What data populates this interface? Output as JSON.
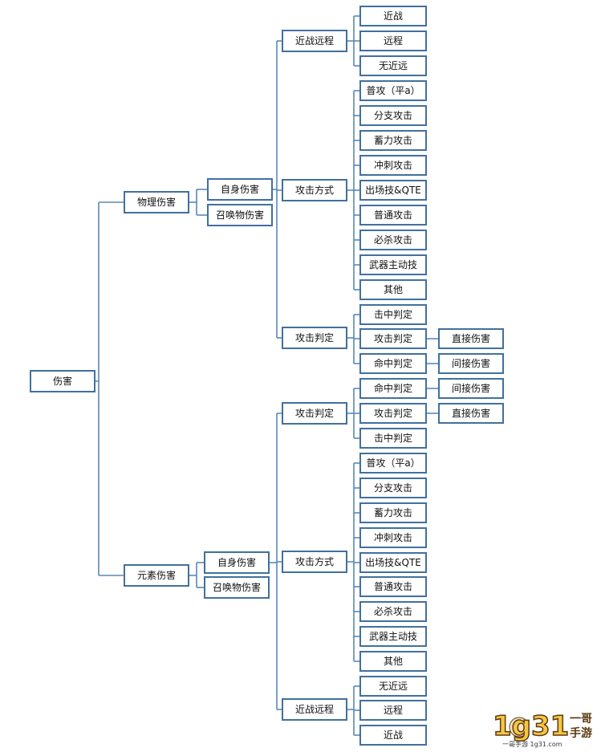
{
  "nodes": {
    "root": "伤害",
    "phys": "物理伤害",
    "phys_self": "自身伤害",
    "phys_summon": "召唤物伤害",
    "p_range": "近战远程",
    "p_range_melee": "近战",
    "p_range_ranged": "远程",
    "p_range_none": "无近远",
    "p_method": "攻击方式",
    "p_m_normal_a": "普攻（平a）",
    "p_m_branch": "分支攻击",
    "p_m_charge": "蓄力攻击",
    "p_m_dash": "冲刺攻击",
    "p_m_qte": "出场技&QTE",
    "p_m_basic": "普通攻击",
    "p_m_ult": "必杀攻击",
    "p_m_weapon": "武器主动技",
    "p_m_other": "其他",
    "p_judge": "攻击判定",
    "p_j_hit": "击中判定",
    "p_j_attack": "攻击判定",
    "p_j_attack_direct": "直接伤害",
    "p_j_accuracy": "命中判定",
    "p_j_accuracy_indirect": "间接伤害",
    "elem": "元素伤害",
    "elem_self": "自身伤害",
    "elem_summon": "召唤物伤害",
    "e_judge": "攻击判定",
    "e_j_accuracy": "命中判定",
    "e_j_accuracy_indirect": "间接伤害",
    "e_j_attack": "攻击判定",
    "e_j_attack_direct": "直接伤害",
    "e_j_hit": "击中判定",
    "e_method": "攻击方式",
    "e_m_normal_a": "普攻（平a）",
    "e_m_branch": "分支攻击",
    "e_m_charge": "蓄力攻击",
    "e_m_dash": "冲刺攻击",
    "e_m_qte": "出场技&QTE",
    "e_m_basic": "普通攻击",
    "e_m_ult": "必杀攻击",
    "e_m_weapon": "武器主动技",
    "e_m_other": "其他",
    "e_range": "近战远程",
    "e_range_none": "无近远",
    "e_range_ranged": "远程",
    "e_range_melee": "近战"
  },
  "edges": [
    [
      "root",
      "phys"
    ],
    [
      "root",
      "elem"
    ],
    [
      "phys",
      "phys_self"
    ],
    [
      "phys",
      "phys_summon"
    ],
    [
      "phys_self",
      "p_range"
    ],
    [
      "phys_self",
      "p_method"
    ],
    [
      "phys_self",
      "p_judge"
    ],
    [
      "p_range",
      "p_range_melee"
    ],
    [
      "p_range",
      "p_range_ranged"
    ],
    [
      "p_range",
      "p_range_none"
    ],
    [
      "p_method",
      "p_m_normal_a"
    ],
    [
      "p_method",
      "p_m_branch"
    ],
    [
      "p_method",
      "p_m_charge"
    ],
    [
      "p_method",
      "p_m_dash"
    ],
    [
      "p_method",
      "p_m_qte"
    ],
    [
      "p_method",
      "p_m_basic"
    ],
    [
      "p_method",
      "p_m_ult"
    ],
    [
      "p_method",
      "p_m_weapon"
    ],
    [
      "p_method",
      "p_m_other"
    ],
    [
      "p_judge",
      "p_j_hit"
    ],
    [
      "p_judge",
      "p_j_attack"
    ],
    [
      "p_judge",
      "p_j_accuracy"
    ],
    [
      "p_j_attack",
      "p_j_attack_direct"
    ],
    [
      "p_j_accuracy",
      "p_j_accuracy_indirect"
    ],
    [
      "elem",
      "elem_self"
    ],
    [
      "elem",
      "elem_summon"
    ],
    [
      "elem_self",
      "e_judge"
    ],
    [
      "elem_self",
      "e_method"
    ],
    [
      "elem_self",
      "e_range"
    ],
    [
      "e_judge",
      "e_j_accuracy"
    ],
    [
      "e_judge",
      "e_j_attack"
    ],
    [
      "e_judge",
      "e_j_hit"
    ],
    [
      "e_j_accuracy",
      "e_j_accuracy_indirect"
    ],
    [
      "e_j_attack",
      "e_j_attack_direct"
    ],
    [
      "e_method",
      "e_m_normal_a"
    ],
    [
      "e_method",
      "e_m_branch"
    ],
    [
      "e_method",
      "e_m_charge"
    ],
    [
      "e_method",
      "e_m_dash"
    ],
    [
      "e_method",
      "e_m_qte"
    ],
    [
      "e_method",
      "e_m_basic"
    ],
    [
      "e_method",
      "e_m_ult"
    ],
    [
      "e_method",
      "e_m_weapon"
    ],
    [
      "e_method",
      "e_m_other"
    ],
    [
      "e_range",
      "e_range_none"
    ],
    [
      "e_range",
      "e_range_ranged"
    ],
    [
      "e_range",
      "e_range_melee"
    ]
  ],
  "watermark": {
    "digits": "1g31",
    "side_top": "一哥",
    "side_bottom": "手游",
    "subtitle": "一哥手游 1g31.com"
  },
  "colors": {
    "box_border": "#41709f",
    "connector": "#5a88b8",
    "text": "#111111"
  }
}
